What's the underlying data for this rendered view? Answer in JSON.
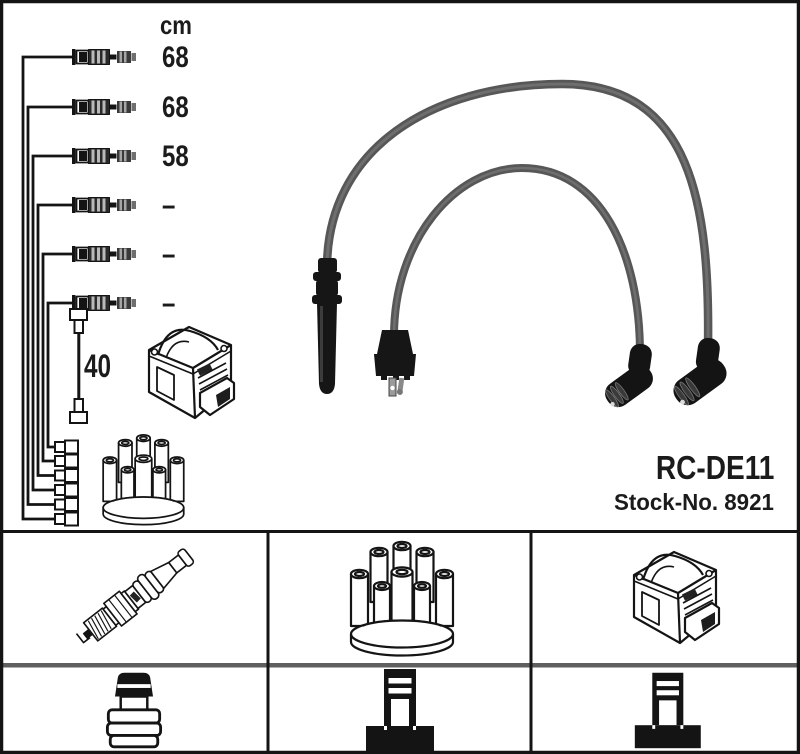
{
  "product": {
    "code": "RC-DE11",
    "stock_label": "Stock-No. 8921"
  },
  "schematic": {
    "unit_header": "cm",
    "cable_lengths": [
      "68",
      "68",
      "58",
      "–",
      "–",
      "–"
    ],
    "coil_wire_length": "40",
    "icons": {
      "lead_rows": "ignition-lead-icon",
      "coil": "ignition-coil-icon",
      "distributor": "distributor-cap-icon",
      "terminal_boxes": "distributor-terminal-icons",
      "coil_wire": "coil-wire-icon"
    }
  },
  "photo": {
    "icon": "ignition-lead-set-photo"
  },
  "grid": {
    "cells": [
      {
        "row": 1,
        "col": 1,
        "icon": "spark-plug-icon"
      },
      {
        "row": 1,
        "col": 2,
        "icon": "distributor-cap-icon"
      },
      {
        "row": 1,
        "col": 3,
        "icon": "ignition-coil-icon"
      },
      {
        "row": 2,
        "col": 1,
        "icon": "spark-plug-connector-icon"
      },
      {
        "row": 2,
        "col": 2,
        "icon": "distributor-connector-icon"
      },
      {
        "row": 2,
        "col": 3,
        "icon": "coil-connector-icon"
      }
    ]
  },
  "colors": {
    "background": "#ffffff",
    "line": "#141414",
    "cable_gray": "#575757",
    "divider_gray": "#5f5f5f",
    "text": "#1b1b1b"
  }
}
